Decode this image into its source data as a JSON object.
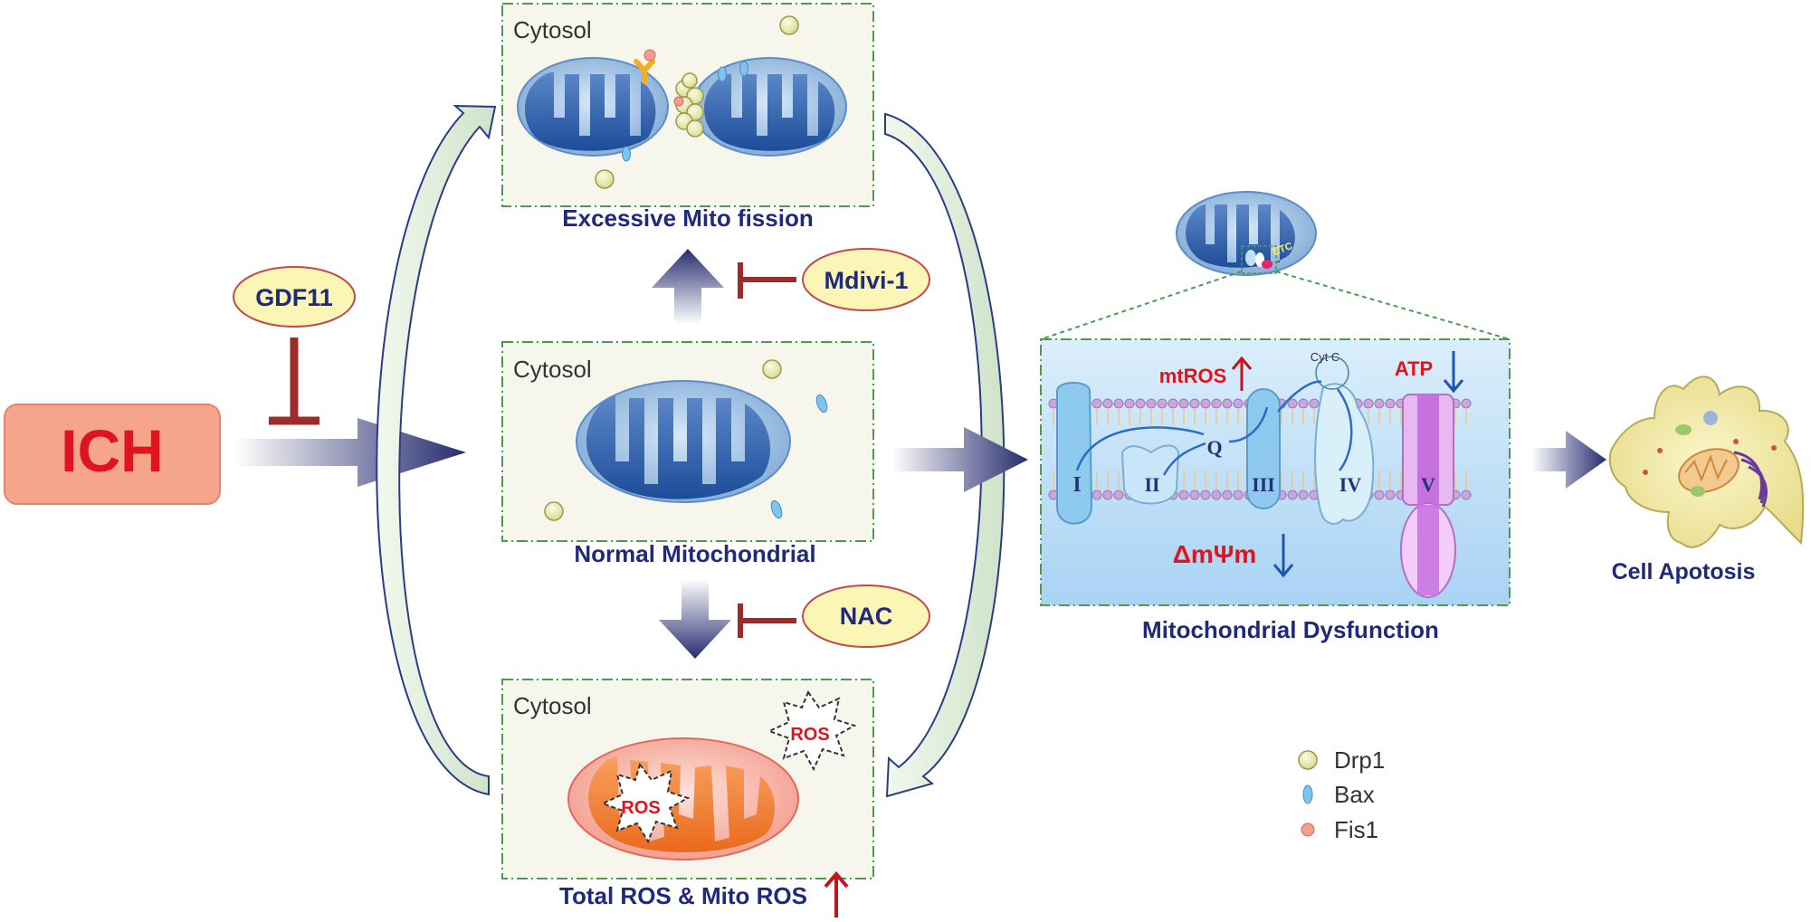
{
  "ich_label": "ICH",
  "inhibitors": {
    "gdf11": "GDF11",
    "mdivi": "Mdivi-1",
    "nac": "NAC"
  },
  "panels": {
    "fission": {
      "cytosol": "Cytosol",
      "caption": "Excessive Mito fission"
    },
    "normal": {
      "cytosol": "Cytosol",
      "caption": "Normal Mitochondrial"
    },
    "ros": {
      "cytosol": "Cytosol",
      "caption": "Total ROS & Mito ROS",
      "ros_burst_1": "ROS",
      "ros_burst_2": "ROS"
    }
  },
  "etc": {
    "small_label": "ETC",
    "mtros": "mtROS",
    "atp": "ATP",
    "cytc": "Cyt C",
    "q": "Q",
    "complexes": [
      "I",
      "II",
      "III",
      "IV",
      "V"
    ],
    "membrane_potential": "ΔmΨm",
    "caption": "Mitochondrial Dysfunction"
  },
  "outcome": {
    "caption": "Cell Apotosis"
  },
  "legend": [
    {
      "label": "Drp1",
      "color": "#f3f3b0"
    },
    {
      "label": "Bax",
      "color": "#7fc3ef"
    },
    {
      "label": "Fis1",
      "color": "#f2a08c"
    }
  ],
  "colors": {
    "navy": "#1f2a7a",
    "inhibit": "#9c2b2b",
    "red": "#e0141e",
    "panel_border": "#4f9a4f",
    "ich_fill": "#f4a58c"
  }
}
